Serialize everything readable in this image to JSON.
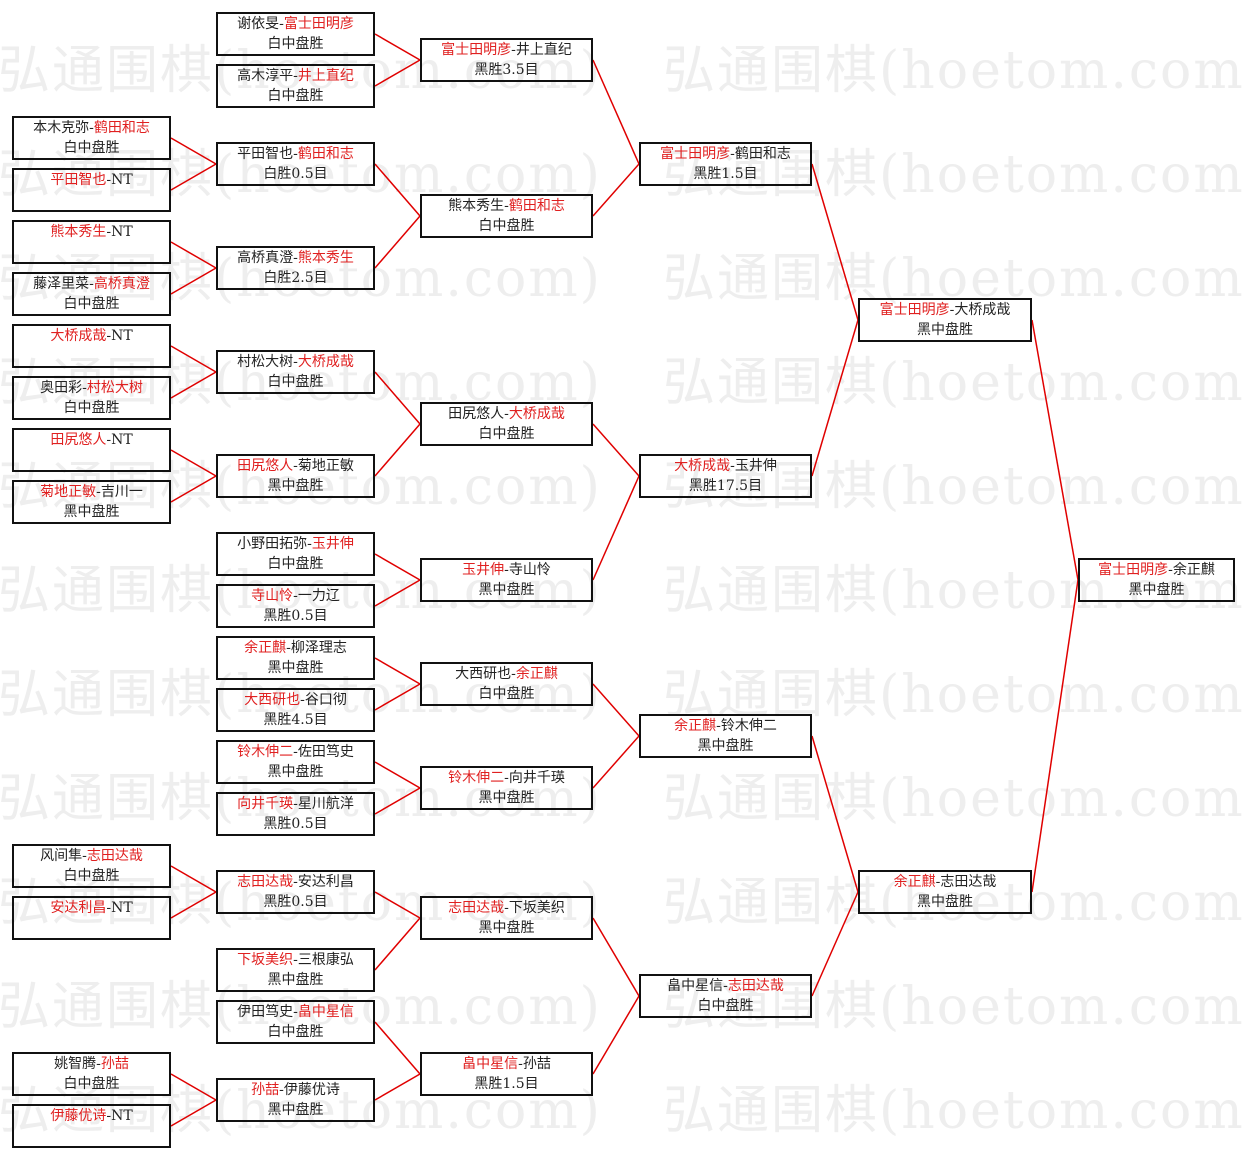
{
  "watermark": "弘通围棋(hoetom.com)",
  "colors": {
    "winner": "#e02020",
    "line": "#e00000",
    "border": "#111111"
  },
  "rounds": [
    [
      {
        "p1": "本木克弥",
        "p2": "鹤田和志",
        "winner": 2,
        "result": "白中盘胜"
      },
      {
        "p1": "平田智也",
        "p2": "NT",
        "winner": 1,
        "result": ""
      },
      {
        "p1": "熊本秀生",
        "p2": "NT",
        "winner": 1,
        "result": ""
      },
      {
        "p1": "藤泽里菜",
        "p2": "高桥真澄",
        "winner": 2,
        "result": "白中盘胜"
      },
      {
        "p1": "大桥成哉",
        "p2": "NT",
        "winner": 1,
        "result": ""
      },
      {
        "p1": "奥田彩",
        "p2": "村松大树",
        "winner": 2,
        "result": "白中盘胜"
      },
      {
        "p1": "田尻悠人",
        "p2": "NT",
        "winner": 1,
        "result": ""
      },
      {
        "p1": "菊地正敏",
        "p2": "吉川一",
        "winner": 1,
        "result": "黑中盘胜"
      },
      {
        "p1": "风间隼",
        "p2": "志田达哉",
        "winner": 2,
        "result": "白中盘胜"
      },
      {
        "p1": "安达利昌",
        "p2": "NT",
        "winner": 1,
        "result": ""
      },
      {
        "p1": "姚智腾",
        "p2": "孙喆",
        "winner": 2,
        "result": "白中盘胜"
      },
      {
        "p1": "伊藤优诗",
        "p2": "NT",
        "winner": 1,
        "result": ""
      }
    ],
    [
      {
        "p1": "谢依旻",
        "p2": "富士田明彦",
        "winner": 2,
        "result": "白中盘胜"
      },
      {
        "p1": "高木淳平",
        "p2": "井上直纪",
        "winner": 2,
        "result": "白中盘胜"
      },
      {
        "p1": "平田智也",
        "p2": "鹤田和志",
        "winner": 2,
        "result": "白胜0.5目"
      },
      {
        "p1": "高桥真澄",
        "p2": "熊本秀生",
        "winner": 2,
        "result": "白胜2.5目"
      },
      {
        "p1": "村松大树",
        "p2": "大桥成哉",
        "winner": 2,
        "result": "白中盘胜"
      },
      {
        "p1": "田尻悠人",
        "p2": "菊地正敏",
        "winner": 1,
        "result": "黑中盘胜"
      },
      {
        "p1": "小野田拓弥",
        "p2": "玉井伸",
        "winner": 2,
        "result": "白中盘胜"
      },
      {
        "p1": "寺山怜",
        "p2": "一力辽",
        "winner": 1,
        "result": "黑胜0.5目"
      },
      {
        "p1": "余正麒",
        "p2": "柳泽理志",
        "winner": 1,
        "result": "黑中盘胜"
      },
      {
        "p1": "大西研也",
        "p2": "谷口彻",
        "winner": 1,
        "result": "黑胜4.5目"
      },
      {
        "p1": "铃木伸二",
        "p2": "佐田笃史",
        "winner": 1,
        "result": "黑中盘胜"
      },
      {
        "p1": "向井千瑛",
        "p2": "星川航洋",
        "winner": 1,
        "result": "黑胜0.5目"
      },
      {
        "p1": "志田达哉",
        "p2": "安达利昌",
        "winner": 1,
        "result": "黑胜0.5目"
      },
      {
        "p1": "下坂美织",
        "p2": "三根康弘",
        "winner": 1,
        "result": "黑中盘胜"
      },
      {
        "p1": "伊田笃史",
        "p2": "畠中星信",
        "winner": 2,
        "result": "白中盘胜"
      },
      {
        "p1": "孙喆",
        "p2": "伊藤优诗",
        "winner": 1,
        "result": "黑中盘胜"
      }
    ],
    [
      {
        "p1": "富士田明彦",
        "p2": "井上直纪",
        "winner": 1,
        "result": "黑胜3.5目"
      },
      {
        "p1": "熊本秀生",
        "p2": "鹤田和志",
        "winner": 2,
        "result": "白中盘胜"
      },
      {
        "p1": "田尻悠人",
        "p2": "大桥成哉",
        "winner": 2,
        "result": "白中盘胜"
      },
      {
        "p1": "玉井伸",
        "p2": "寺山怜",
        "winner": 1,
        "result": "黑中盘胜"
      },
      {
        "p1": "大西研也",
        "p2": "余正麒",
        "winner": 2,
        "result": "白中盘胜"
      },
      {
        "p1": "铃木伸二",
        "p2": "向井千瑛",
        "winner": 1,
        "result": "黑中盘胜"
      },
      {
        "p1": "志田达哉",
        "p2": "下坂美织",
        "winner": 1,
        "result": "黑中盘胜"
      },
      {
        "p1": "畠中星信",
        "p2": "孙喆",
        "winner": 1,
        "result": "黑胜1.5目"
      }
    ],
    [
      {
        "p1": "富士田明彦",
        "p2": "鹤田和志",
        "winner": 1,
        "result": "黑胜1.5目"
      },
      {
        "p1": "大桥成哉",
        "p2": "玉井伸",
        "winner": 1,
        "result": "黑胜17.5目"
      },
      {
        "p1": "余正麒",
        "p2": "铃木伸二",
        "winner": 1,
        "result": "黑中盘胜"
      },
      {
        "p1": "畠中星信",
        "p2": "志田达哉",
        "winner": 2,
        "result": "白中盘胜"
      }
    ],
    [
      {
        "p1": "富士田明彦",
        "p2": "大桥成哉",
        "winner": 1,
        "result": "黑中盘胜"
      },
      {
        "p1": "余正麒",
        "p2": "志田达哉",
        "winner": 1,
        "result": "黑中盘胜"
      }
    ],
    [
      {
        "p1": "富士田明彦",
        "p2": "余正麒",
        "winner": 1,
        "result": "黑中盘胜"
      }
    ]
  ]
}
